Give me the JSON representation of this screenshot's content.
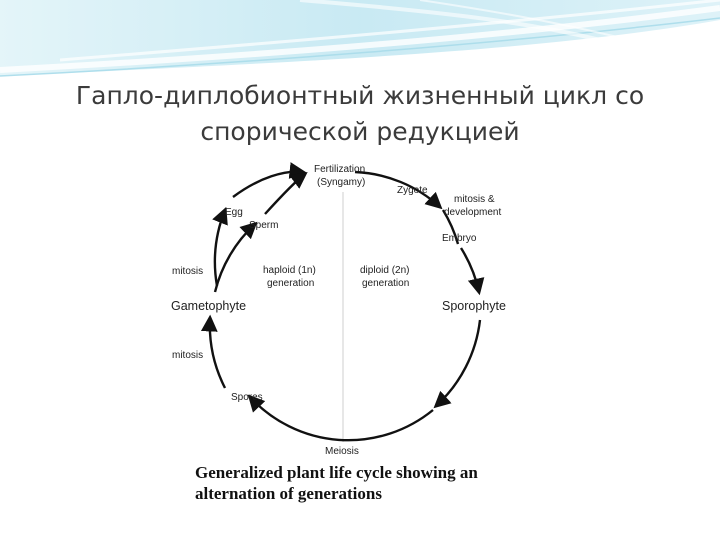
{
  "slide": {
    "title_line1": "Гапло-диплобионтный жизненный цикл со",
    "title_line2": "спорической редукцией"
  },
  "diagram": {
    "labels": {
      "fertilization": "Fertilization",
      "syngamy": "(Syngamy)",
      "zygote": "Zygote",
      "mitosis_development_1": "mitosis &",
      "mitosis_development_2": "development",
      "embryo": "Embryo",
      "sporophyte": "Sporophyte",
      "meiosis": "Meiosis",
      "spores": "Spores",
      "mitosis_lower": "mitosis",
      "gametophyte": "Gametophyte",
      "mitosis_upper": "mitosis",
      "egg": "Egg",
      "sperm": "Sperm",
      "haploid_1": "haploid (1n)",
      "haploid_2": "generation",
      "diploid_1": "diploid (2n)",
      "diploid_2": "generation"
    },
    "caption_line1": "Generalized plant life cycle showing an",
    "caption_line2": "alternation of generations"
  }
}
